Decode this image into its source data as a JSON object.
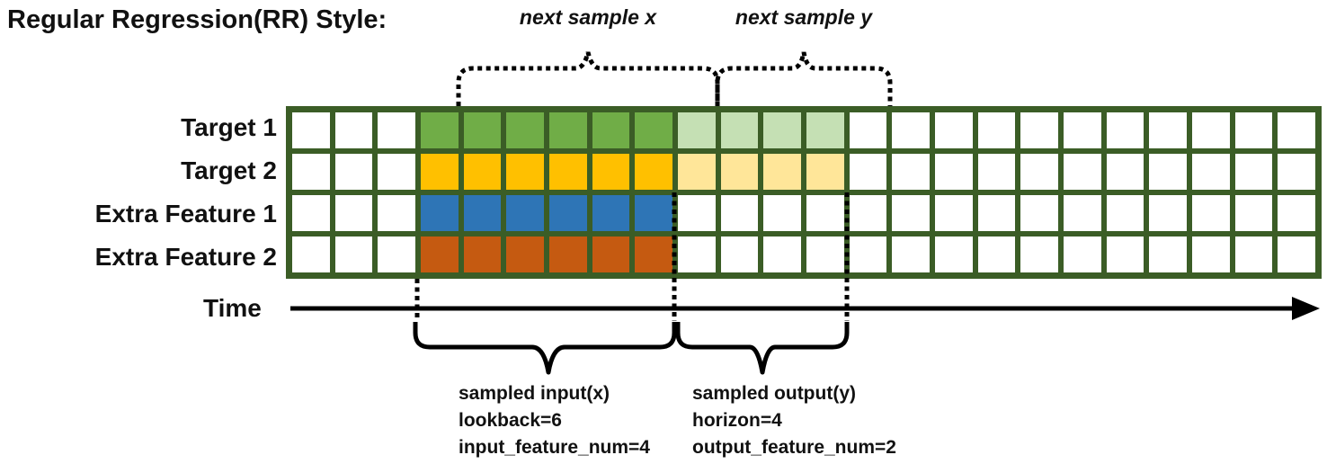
{
  "title": "Regular Regression(RR) Style:",
  "grid": {
    "columns": 24,
    "lookback_start_col": 3,
    "lookback": 6,
    "horizon": 4,
    "line_color": "#3B5D26",
    "empty_cell_color": "#ffffff",
    "rows": [
      {
        "label": "Target 1",
        "input_color": "#70AD47",
        "output_color": "#C5E0B4",
        "has_output": true
      },
      {
        "label": "Target 2",
        "input_color": "#FFC000",
        "output_color": "#FFE699",
        "has_output": true
      },
      {
        "label": "Extra Feature 1",
        "input_color": "#2E75B6",
        "output_color": null,
        "has_output": false
      },
      {
        "label": "Extra Feature 2",
        "input_color": "#C55A11",
        "output_color": null,
        "has_output": false
      }
    ]
  },
  "annotations": {
    "next_sample_x": "next sample x",
    "next_sample_y": "next sample y",
    "time_label": "Time",
    "input_block": {
      "lines": [
        "sampled input(x)",
        "lookback=6",
        "input_feature_num=4"
      ]
    },
    "output_block": {
      "lines": [
        "sampled output(y)",
        "horizon=4",
        "output_feature_num=2"
      ]
    }
  }
}
